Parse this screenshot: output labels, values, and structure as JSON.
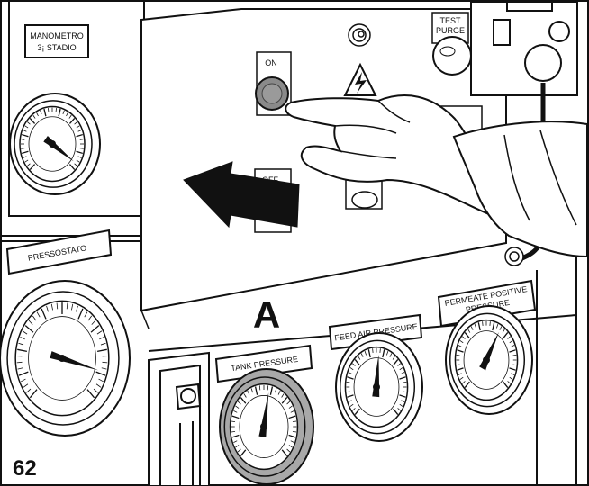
{
  "figure": {
    "number": "62",
    "panel_letter": "A"
  },
  "labels": {
    "manometro_line1": "MANOMETRO",
    "manometro_line2": "3¡ STADIO",
    "test_purge_line1": "TEST",
    "test_purge_line2": "PURGE",
    "on": "ON",
    "off": "OFF",
    "pressostato": "PRESSOSTATO",
    "tank_pressure": "TANK PRESSURE",
    "feed_air_pressure": "FEED AIR PRESSURE",
    "permeate_line1": "PERMEATE POSITIVE",
    "permeate_line2": "PRESSURE"
  },
  "colors": {
    "line": "#111111",
    "panel_fill": "#ffffff",
    "highlight_gray": "#a8a8a8",
    "button_gray": "#8a8a8a"
  },
  "icons": {
    "warning": "high-voltage-warning-icon",
    "arrow": "direction-arrow-icon",
    "hand": "pointing-hand"
  }
}
